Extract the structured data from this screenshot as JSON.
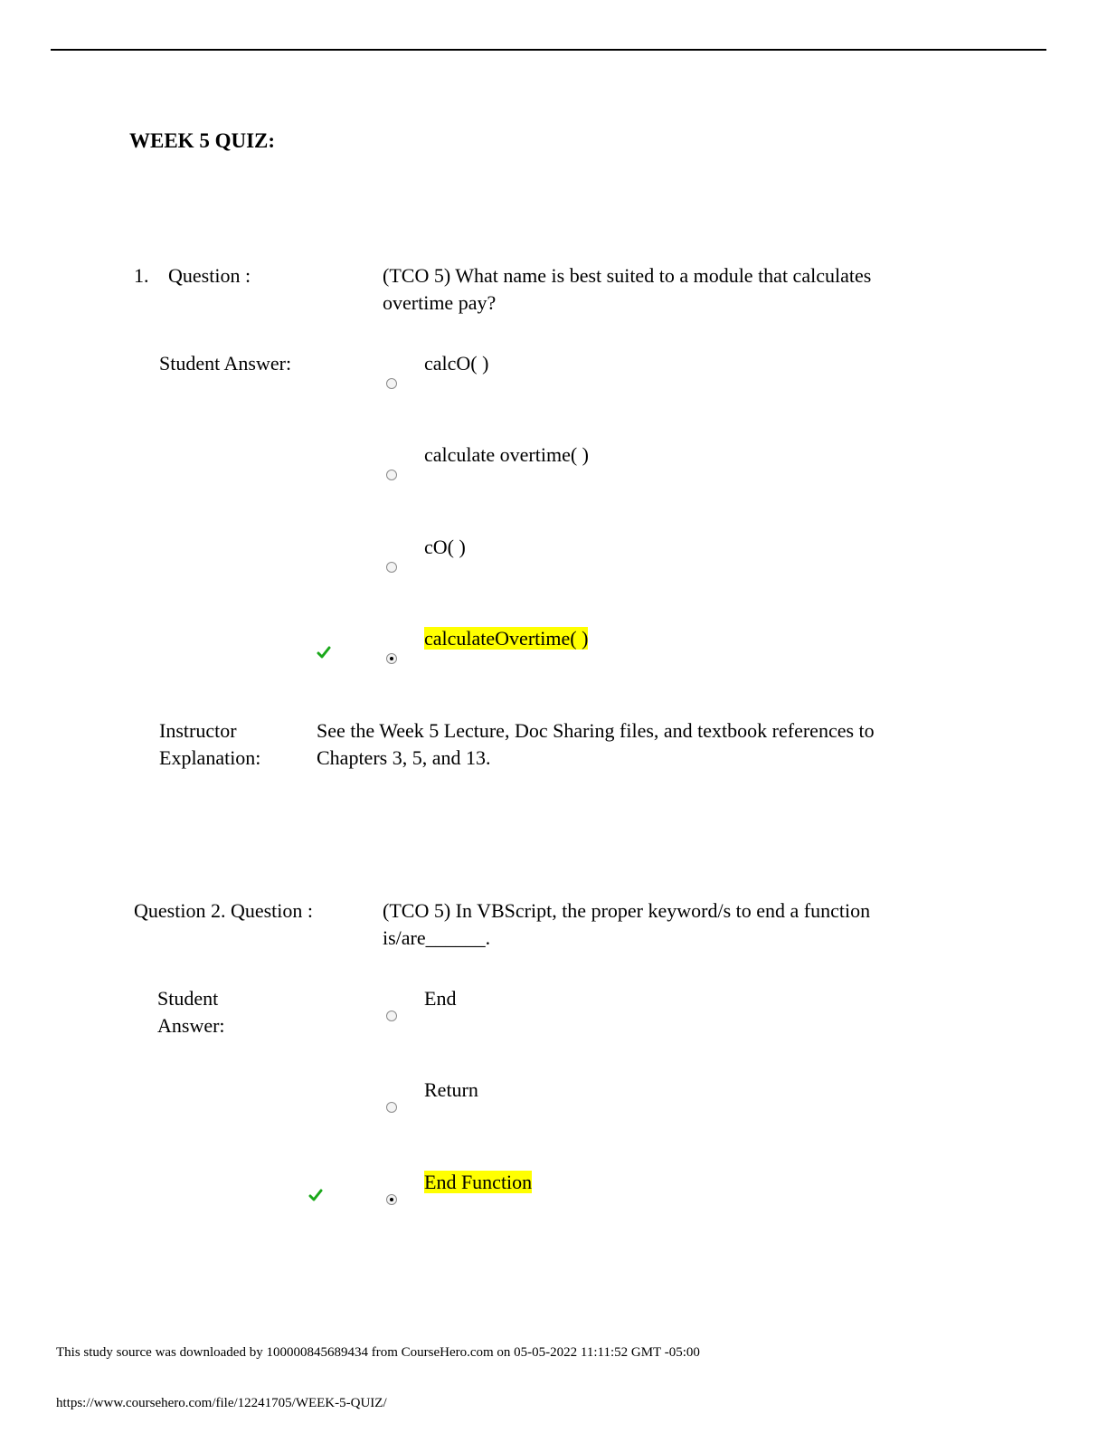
{
  "title": "WEEK 5 QUIZ:",
  "q1": {
    "number": "1.",
    "label": "Question :",
    "text": "(TCO 5) What name is best suited to a module that calculates overtime pay?",
    "student_answer_label": "Student Answer:",
    "options": [
      "calcO( )",
      "calculate overtime( )",
      "cO( )",
      "calculateOvertime( )"
    ],
    "selected_index": 3,
    "explanation_label_line1": "Instructor",
    "explanation_label_line2": "Explanation:",
    "explanation": "See the Week 5 Lecture, Doc Sharing files, and textbook references to Chapters 3, 5, and 13."
  },
  "q2": {
    "label": "Question 2.  Question :",
    "text": "(TCO 5) In VBScript, the proper keyword/s to end a function is/are______.",
    "student_answer_label_line1": "Student",
    "student_answer_label_line2": "Answer:",
    "options": [
      "End",
      "Return",
      "End Function"
    ],
    "selected_index": 2
  },
  "footer": {
    "source": "This study source was downloaded by 100000845689434 from CourseHero.com on 05-05-2022 11:11:52 GMT -05:00",
    "url": "https://www.coursehero.com/file/12241705/WEEK-5-QUIZ/"
  },
  "colors": {
    "highlight": "#ffff00",
    "check": "#1aa81a"
  },
  "icons": {
    "correct": "check-icon",
    "radio": "radio-button"
  }
}
